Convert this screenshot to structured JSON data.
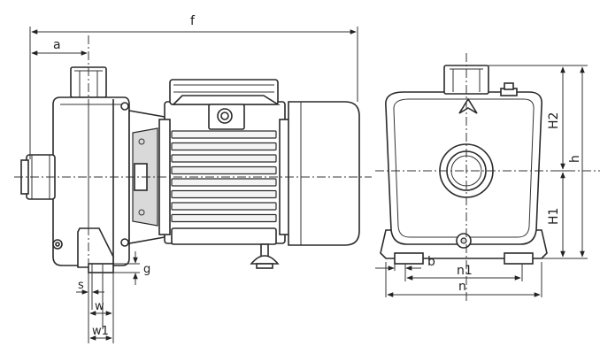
{
  "dimensions": {
    "a": "a",
    "f": "f",
    "s": "s",
    "w": "w",
    "w1": "w1",
    "g": "g",
    "b": "b",
    "n1": "n1",
    "n": "n",
    "H2": "H2",
    "H1": "H1",
    "h": "h"
  },
  "colors": {
    "line": "#2a2a2a",
    "background": "#ffffff"
  }
}
